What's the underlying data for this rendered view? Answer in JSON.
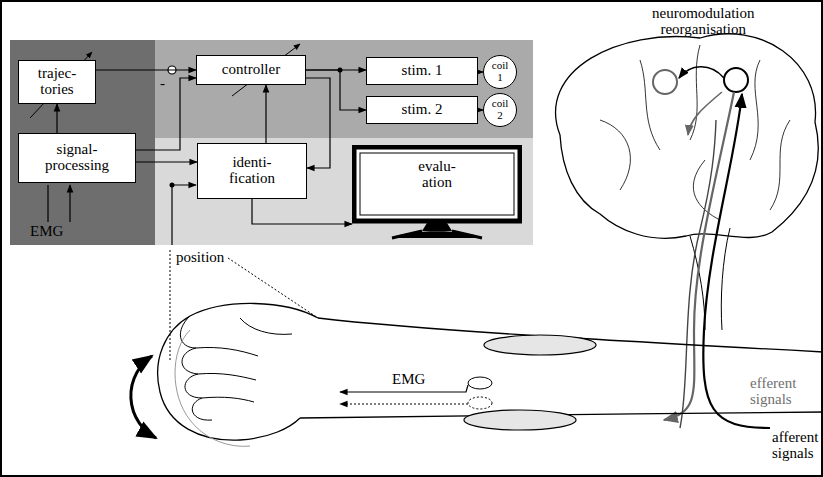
{
  "diagram": {
    "nodes": [
      {
        "text": [
          "trajec- tories"
        ]
      },
      {
        "text": [
          "signal- processing"
        ]
      },
      {
        "text": [
          "controller"
        ]
      },
      {
        "text": [
          "stim. 1"
        ]
      },
      {
        "text": [
          "coil 1"
        ]
      },
      {
        "text": [
          "stim. 2"
        ]
      },
      {
        "text": [
          "coil 2"
        ]
      },
      {
        "text": [
          "identi- fication"
        ]
      },
      {
        "text": [
          "evalu- ation"
        ]
      }
    ],
    "edges": [
      {
        "from": 0,
        "to": 2,
        "arrow": "to"
      },
      {
        "from": 1,
        "to": 2,
        "arrow": "to"
      },
      {
        "from": 1,
        "to": 7,
        "arrow": "to"
      },
      {
        "from": 2,
        "to": 3,
        "arrow": "to"
      },
      {
        "from": 2,
        "to": 5,
        "arrow": "to"
      },
      {
        "from": 3,
        "to": 4,
        "arrow": "to"
      },
      {
        "from": 5,
        "to": 6,
        "arrow": "to"
      },
      {
        "from": 2,
        "to": 7,
        "arrow": "to"
      },
      {
        "from": 7,
        "to": 8,
        "arrow": "to"
      },
      {
        "from": 7,
        "to": 2,
        "arrow": "to"
      },
      {
        "from": 1,
        "to": 0,
        "arrow": "to"
      }
    ],
    "labels": [
      "EMG",
      "-",
      "position",
      "EMG",
      "efferent signals",
      "afferent signals",
      "neuromodulation reorganisation"
    ]
  }
}
